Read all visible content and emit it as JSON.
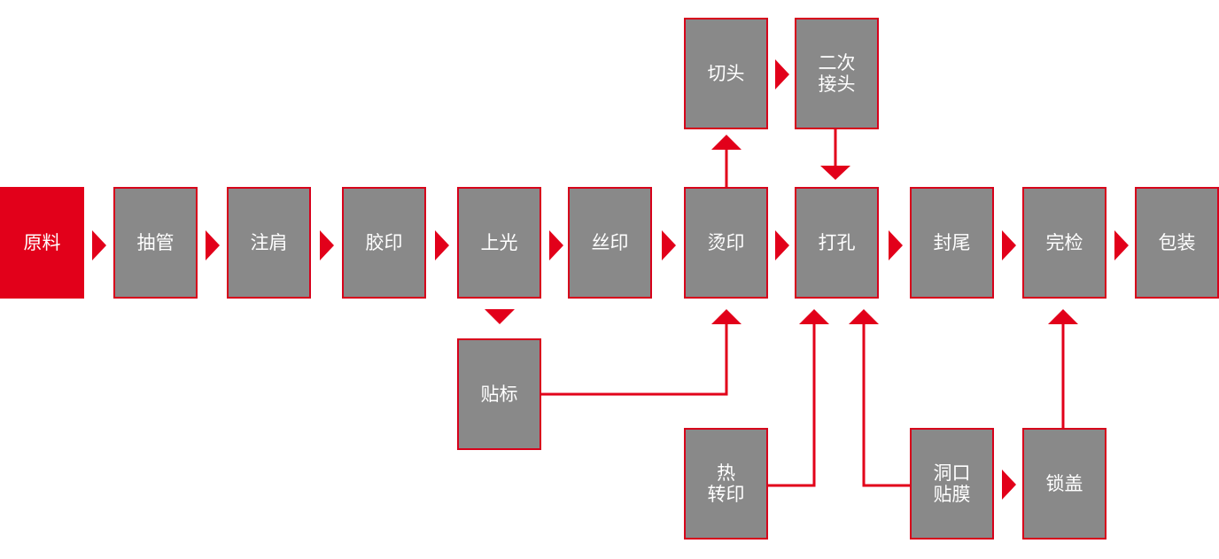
{
  "colors": {
    "box_fill": "#898989",
    "box_border": "#d7001b",
    "start_fill": "#e2001a",
    "arrow": "#e2001a",
    "text": "#ffffff"
  },
  "main_flow": {
    "raw_material": "原料",
    "tube_drawing": "抽管",
    "shoulder_injection": "注肩",
    "offset_printing": "胶印",
    "glazing": "上光",
    "silk_screen": "丝印",
    "hot_stamping": "烫印",
    "punching": "打孔",
    "tail_sealing": "封尾",
    "final_inspection": "完检",
    "packing": "包装"
  },
  "top_branch": {
    "cut_head": "切头",
    "second_joint": "二次\n接头"
  },
  "bottom_branch": {
    "labeling": "贴标",
    "heat_transfer": "热\n转印",
    "hole_film": "洞口\n贴膜",
    "cap_locking": "锁盖"
  }
}
